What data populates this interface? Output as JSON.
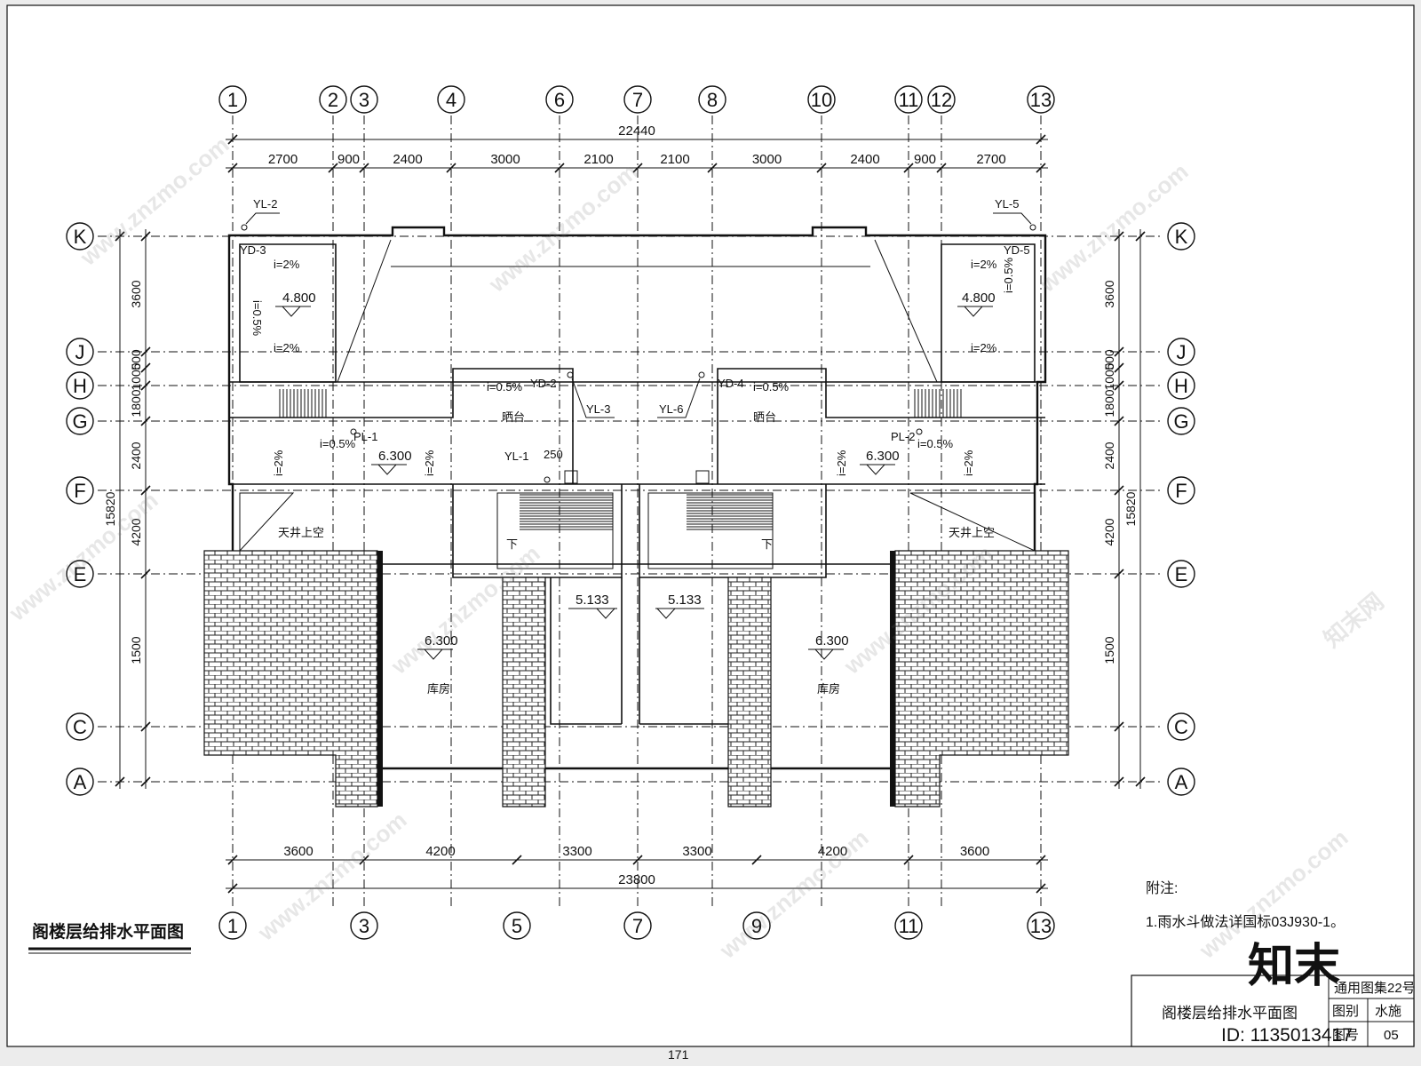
{
  "page_number": "171",
  "drawing_title": "阁楼层给排水平面图",
  "notes": {
    "header": "附注:",
    "items": [
      "1.雨水斗做法详国标03J930-1。"
    ]
  },
  "title_block": {
    "atlas": "通用图集22号",
    "name": "阁楼层给排水平面图",
    "label_category": "图别",
    "category": "水施",
    "label_number": "图号",
    "number": "05"
  },
  "watermark": {
    "site": "www.znzmo.com",
    "brand": "知末网",
    "logo": "知末",
    "id": "ID: 1135013417"
  },
  "axes": {
    "top": [
      "1",
      "2",
      "3",
      "4",
      "6",
      "7",
      "8",
      "10",
      "11",
      "12",
      "13"
    ],
    "bottom": [
      "1",
      "3",
      "5",
      "7",
      "9",
      "11",
      "13"
    ],
    "rows": [
      "K",
      "J",
      "H",
      "G",
      "F",
      "E",
      "C",
      "A"
    ]
  },
  "dimensions": {
    "top_total": "22440",
    "top_spans": [
      "2700",
      "900",
      "2400",
      "3000",
      "2100",
      "2100",
      "3000",
      "2400",
      "900",
      "2700"
    ],
    "bottom_total": "23800",
    "bottom_spans": [
      "3600",
      "4200",
      "3300",
      "3300",
      "4200",
      "3600"
    ],
    "side_total": "15820",
    "side_spans": [
      "3600",
      "500",
      "1000",
      "1800",
      "2400",
      "4200",
      "1500"
    ]
  },
  "plan_labels": {
    "pipes": [
      "YL-2",
      "YL-5",
      "YD-3",
      "YD-5",
      "YD-2",
      "YL-3",
      "YD-4",
      "YL-6",
      "PL-1",
      "PL-2",
      "YL-1",
      "250"
    ],
    "slopes": [
      "i=2%",
      "i=0.5%"
    ],
    "elevations": [
      "4.800",
      "6.300",
      "5.133"
    ],
    "rooms": [
      "晒台",
      "天井上空",
      "库房"
    ],
    "stair_mark": "下"
  }
}
